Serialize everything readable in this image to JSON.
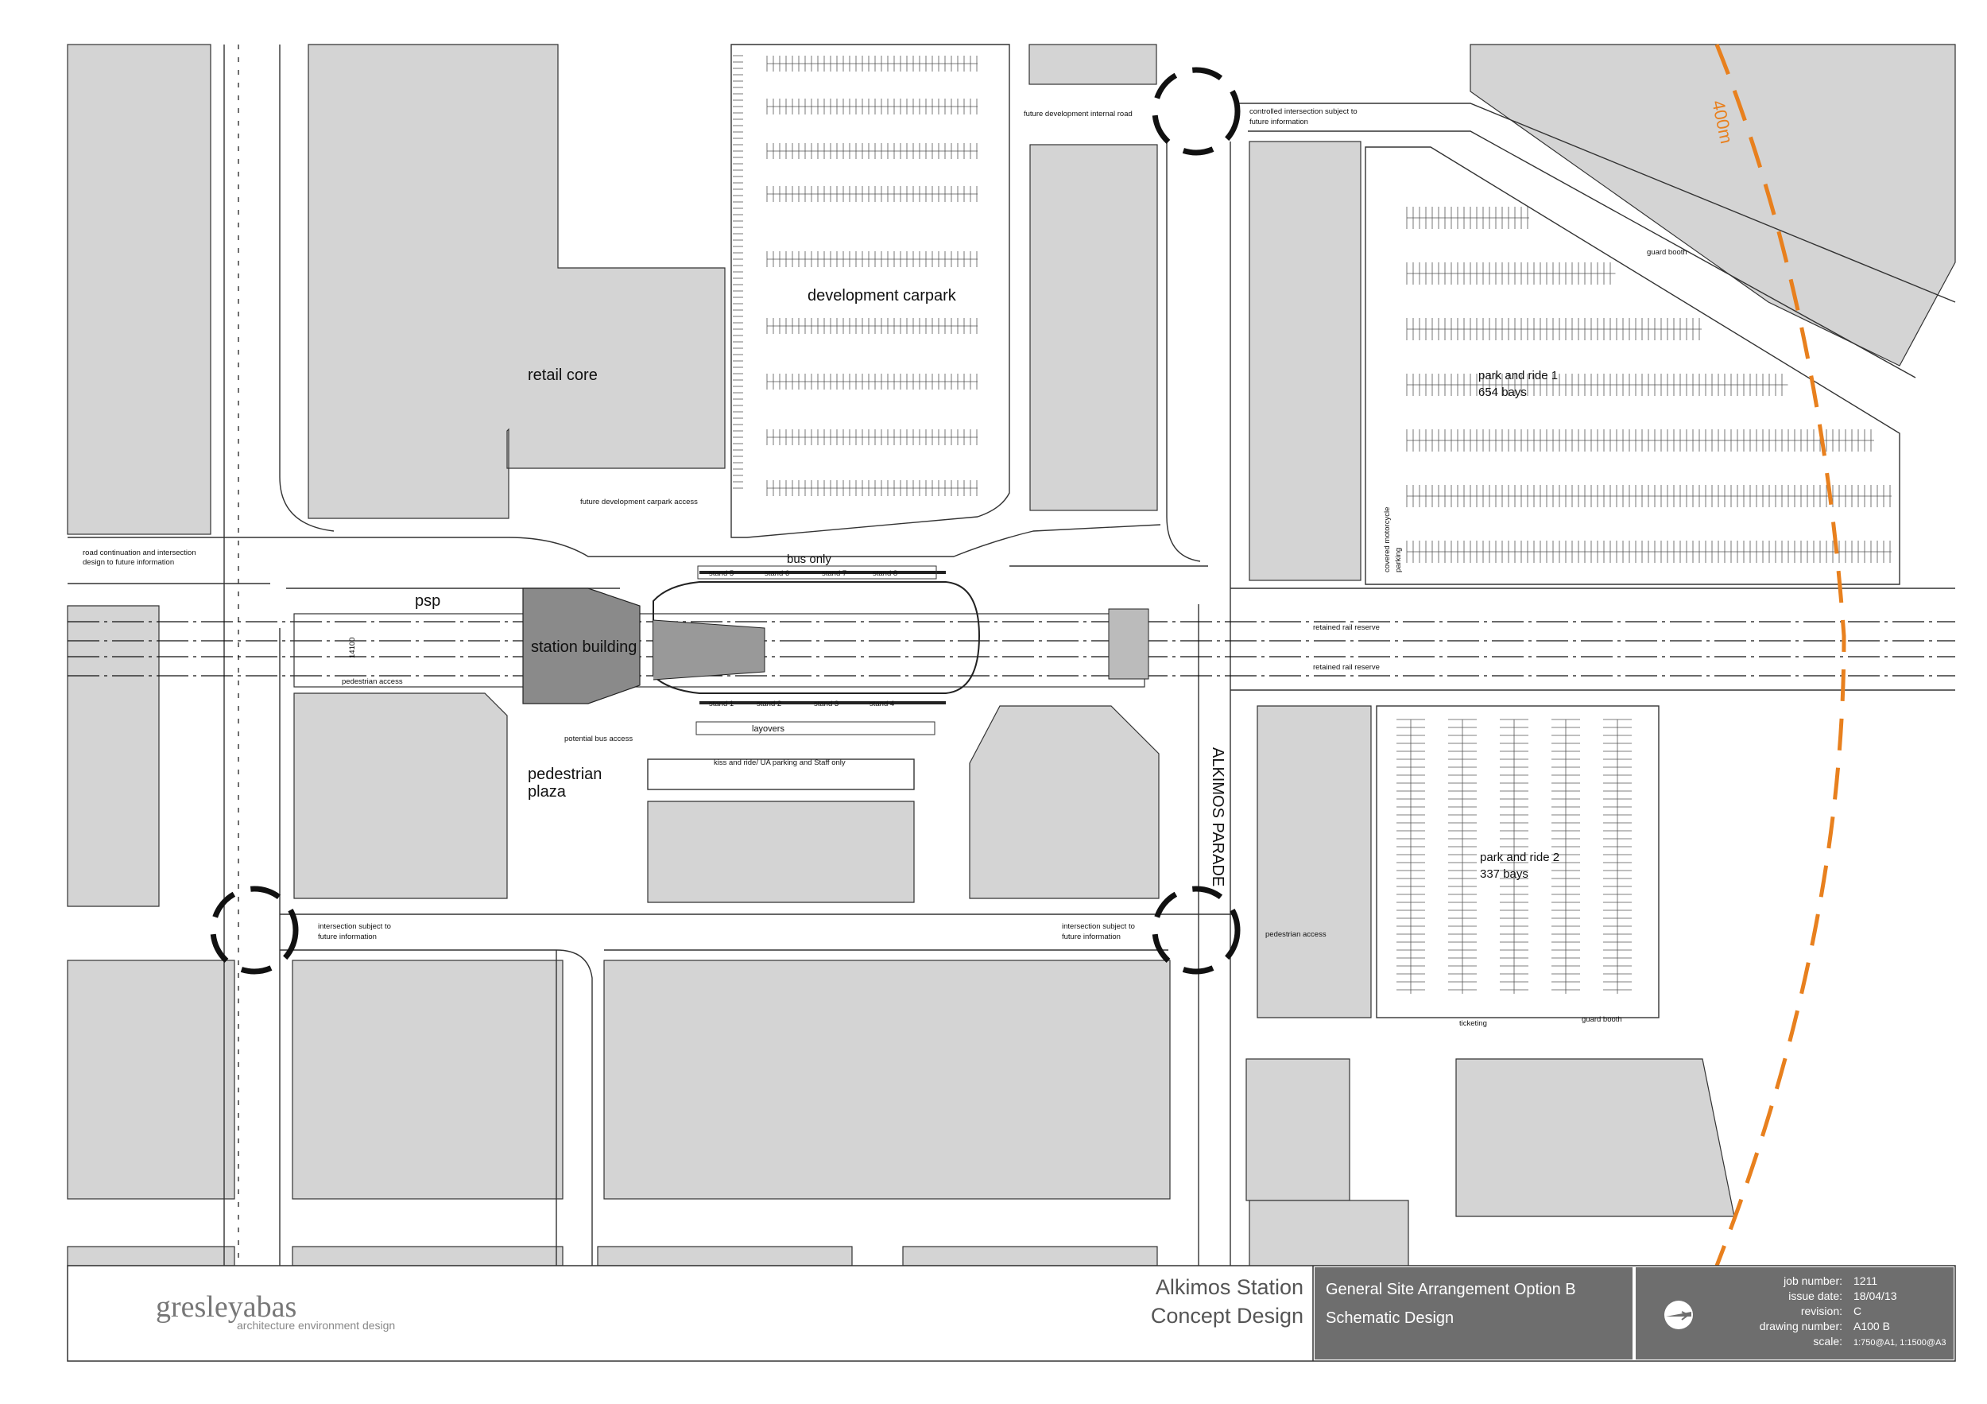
{
  "plan": {
    "areas": {
      "retail_core": "retail core",
      "development_carpark": "development carpark",
      "park_and_ride_1": "park and ride 1",
      "park_and_ride_1_bays": "654 bays",
      "park_and_ride_2": "park and ride 2",
      "park_and_ride_2_bays": "337 bays",
      "station_building": "station building",
      "pedestrian_plaza_line1": "pedestrian",
      "pedestrian_plaza_line2": "plaza",
      "psp": "psp",
      "bus_only": "bus only",
      "layovers": "layovers",
      "kiss_and_ride": "kiss and ride/ UA parking and Staff only",
      "alkimos_parade": "ALKIMOS PARADE",
      "radius": "400m"
    },
    "stands": {
      "top": [
        "stand 5",
        "stand 6",
        "stand 7",
        "stand 8"
      ],
      "bottom": [
        "stand 1",
        "stand 2",
        "stand 3",
        "stand 4"
      ]
    },
    "notes": {
      "future_internal_road": "future development internal road",
      "controlled_intersection_1": "controlled intersection subject to",
      "controlled_intersection_2": "future information",
      "guard_booth_top": "guard booth",
      "guard_booth_bottom": "guard booth",
      "future_carpark_access": "future development carpark access",
      "road_continuation_1": "road continuation and intersection",
      "road_continuation_2": "design to future information",
      "retained_rail_top": "retained rail reserve",
      "retained_rail_bottom": "retained rail reserve",
      "pedestrian_access_station": "pedestrian access",
      "pedestrian_access_pr2": "pedestrian access",
      "potential_bus_access": "potential bus access",
      "intersection_left_1": "intersection subject to",
      "intersection_left_2": "future information",
      "intersection_right_1": "intersection subject to",
      "intersection_right_2": "future information",
      "covered_motorcycle_1": "covered motorcycle",
      "covered_motorcycle_2": "parking",
      "ticketing": "ticketing",
      "dim_14100": "14100"
    }
  },
  "title_block": {
    "logo_name": "gresleyabas",
    "logo_tagline": "architecture environment design",
    "project_line1": "Alkimos Station",
    "project_line2": "Concept Design",
    "drawing_title": "General Site Arrangement Option B",
    "drawing_stage": "Schematic Design",
    "fields": [
      {
        "label": "job number:",
        "value": "1211"
      },
      {
        "label": "issue date:",
        "value": "18/04/13"
      },
      {
        "label": "revision:",
        "value": "C"
      },
      {
        "label": "drawing number:",
        "value": "A100 B"
      },
      {
        "label": "scale:",
        "value": "1:750@A1, 1:1500@A3"
      }
    ]
  },
  "colors": {
    "building_fill": "#d4d4d4",
    "title_block_dark": "#6e6e6e",
    "radius_line": "#e8801e"
  },
  "icons": {
    "north": "north-arrow-icon"
  }
}
